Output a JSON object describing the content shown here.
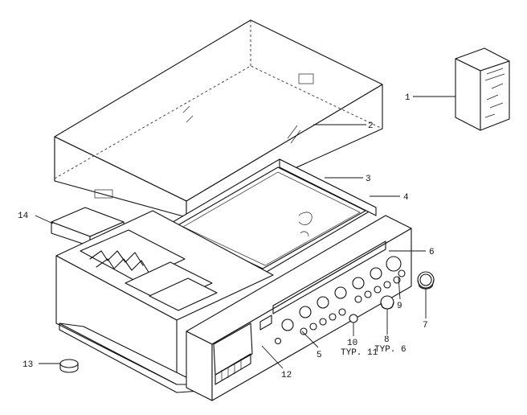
{
  "callouts": {
    "c1": "1",
    "c2": "2",
    "c3": "3",
    "c4": "4",
    "c5": "5",
    "c6": "6",
    "c7": "7",
    "c8": "8",
    "c8typ": "TYP. 6",
    "c9": "9",
    "c10": "10",
    "c10typ": "TYP. 11",
    "c12": "12",
    "c13": "13",
    "c14": "14"
  }
}
